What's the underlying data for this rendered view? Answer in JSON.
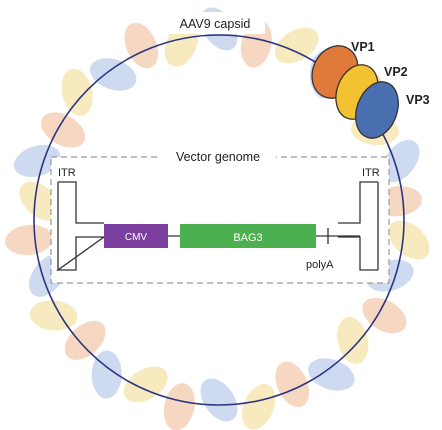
{
  "capsid": {
    "label": "AAV9 capsid",
    "proteins": [
      {
        "label": "VP1",
        "color": "#e07a3a"
      },
      {
        "label": "VP2",
        "color": "#f2c230"
      },
      {
        "label": "VP3",
        "color": "#4a6fb0"
      }
    ],
    "subunit_colors": {
      "blue": "#c6d3ec",
      "orange": "#f4d1b7",
      "yellow": "#f6e6b4"
    },
    "outline_color": "#2d3580"
  },
  "genome": {
    "title": "Vector genome",
    "itr_left": "ITR",
    "itr_right": "ITR",
    "promoter": {
      "label": "CMV",
      "color": "#7b3fa0"
    },
    "gene": {
      "label": "BAG3",
      "color": "#4caf50"
    },
    "polya": "polyA"
  }
}
